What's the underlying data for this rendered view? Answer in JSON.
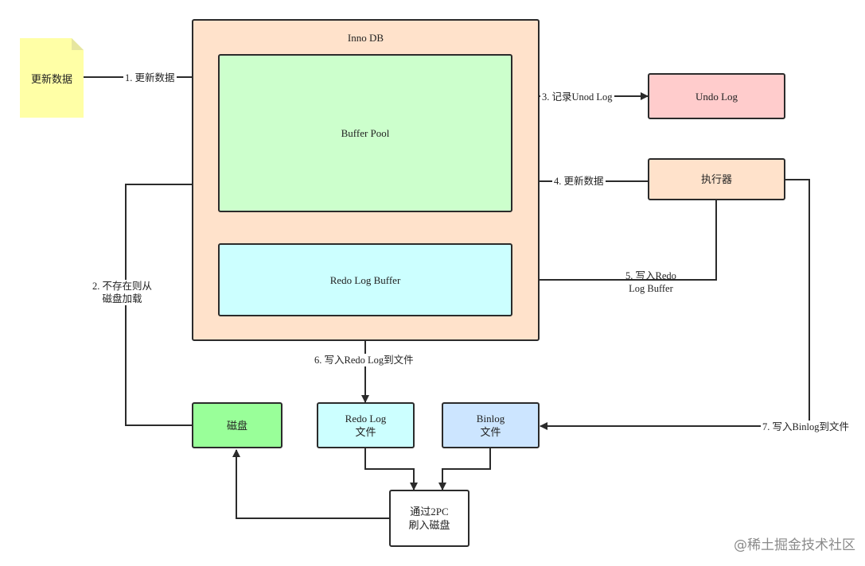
{
  "innodb": {
    "title": "Inno DB"
  },
  "note": {
    "label": "更新数据",
    "color": "#ffffa6"
  },
  "boxes": {
    "buffer_pool": {
      "label": "Buffer Pool",
      "color": "#ccffcc"
    },
    "redo_log_buffer": {
      "label": "Redo Log Buffer",
      "color": "#ccffff"
    },
    "undo_log": {
      "label": "Undo Log",
      "color": "#ffcccc"
    },
    "executor": {
      "label": "执行器",
      "color": "#ffe2cb"
    },
    "disk": {
      "label": "磁盘",
      "color": "#99ff99"
    },
    "redo_log_file": {
      "label": "Redo Log\n文件",
      "color": "#ccffff"
    },
    "binlog_file": {
      "label": "Binlog\n文件",
      "color": "#cce5ff"
    },
    "two_pc": {
      "label": "通过2PC\n刷入磁盘",
      "color": "#ffffff"
    }
  },
  "edges": {
    "step1": "1. 更新数据",
    "step2": "2. 不存在则从\n磁盘加载",
    "step3": "3. 记录Unod Log",
    "step4": "4. 更新数据",
    "step5": "5. 写入Redo\nLog Buffer",
    "step6": "6. 写入Redo Log到文件",
    "step7": "7. 写入Binlog到文件"
  },
  "watermark": "@稀土掘金技术社区"
}
